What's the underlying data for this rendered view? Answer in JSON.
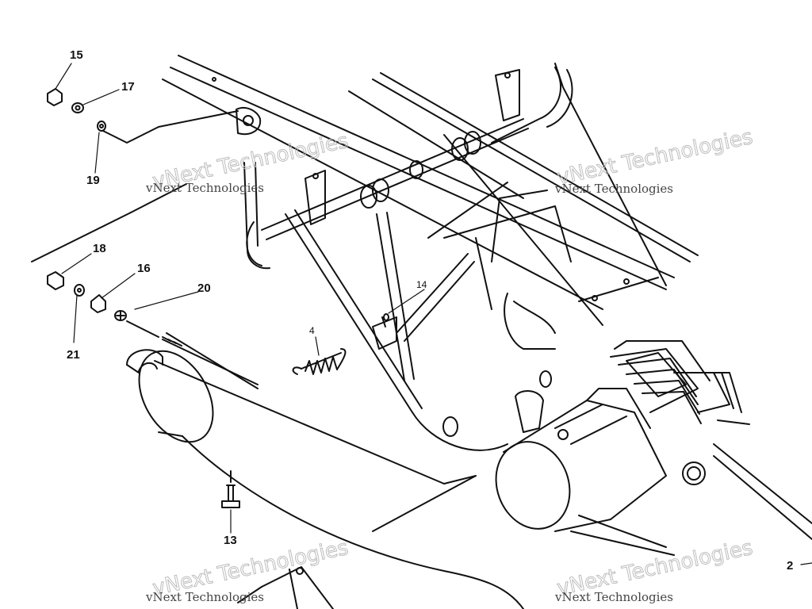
{
  "watermark": "vNext Technologies",
  "callouts": {
    "c15": "15",
    "c17": "17",
    "c19": "19",
    "c18": "18",
    "c16": "16",
    "c20": "20",
    "c21": "21",
    "c14": "14",
    "c4": "4",
    "c13": "13",
    "c2": "2"
  }
}
